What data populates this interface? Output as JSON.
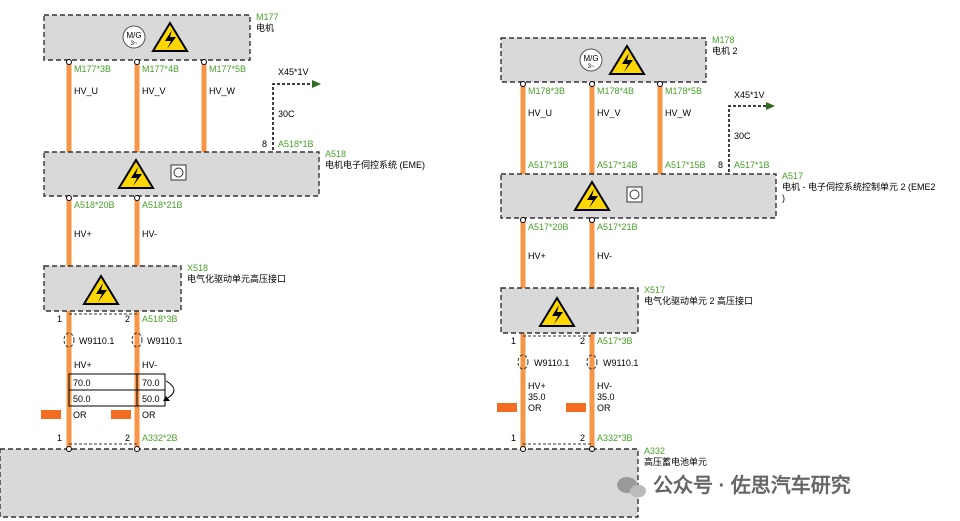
{
  "m177": {
    "name": "M177",
    "desc": "电机",
    "pins": [
      "M177*3B",
      "M177*4B",
      "M177*5B"
    ],
    "symbol": "M/G",
    "symbol_sub": "3~"
  },
  "m178": {
    "name": "M178",
    "desc": "电机 2",
    "pins": [
      "M178*3B",
      "M178*4B",
      "M178*5B"
    ],
    "symbol": "M/G",
    "symbol_sub": "3~"
  },
  "phases": [
    "HV_U",
    "HV_V",
    "HV_W"
  ],
  "a518": {
    "name": "A518",
    "desc": "电机电子伺控系统 (EME)",
    "top_pin": "A518*1B",
    "top_pin_num": "8",
    "bottom_pins": [
      "A518*20B",
      "A518*21B"
    ]
  },
  "a517": {
    "name": "A517",
    "desc_line1": "电机 - 电子伺控系统控制单元 2 (EME2",
    "desc_line2": ")",
    "top_pins": [
      "A517*13B",
      "A517*14B",
      "A517*15B",
      "A517*1B"
    ],
    "top_pin_num": "8",
    "bottom_pins": [
      "A517*20B",
      "A517*21B"
    ]
  },
  "signal": {
    "label": "X45*1V",
    "wire": "30C"
  },
  "hv": {
    "plus": "HV+",
    "minus": "HV-"
  },
  "x518": {
    "name": "X518",
    "desc": "电气化驱动单元高压接口",
    "pin1": "1",
    "pin2": "2",
    "pin2_name": "A518*3B"
  },
  "x517": {
    "name": "X517",
    "desc": "电气化驱动单元 2 高压接口",
    "pin1": "1",
    "pin2": "2",
    "pin2_name": "A517*3B"
  },
  "shield": "W9110.1",
  "left_table": {
    "row1": [
      "70.0",
      "70.0"
    ],
    "row2": [
      "50.0",
      "50.0"
    ]
  },
  "right_sizes": [
    "35.0",
    "35.0"
  ],
  "or_label": "OR",
  "a332": {
    "name": "A332",
    "desc": "高压蓄电池单元",
    "pin1": "1",
    "pin2": "2",
    "left_pin_name": "A332*2B",
    "right_pin_name": "A332*3B"
  },
  "watermark": "公众号 · 佐思汽车研究",
  "colors": {
    "wire": "#f79646",
    "pin": "#4aa02c",
    "box": "#d9d9d9",
    "warning": "#ffd700",
    "fuse": "#f26d21"
  }
}
